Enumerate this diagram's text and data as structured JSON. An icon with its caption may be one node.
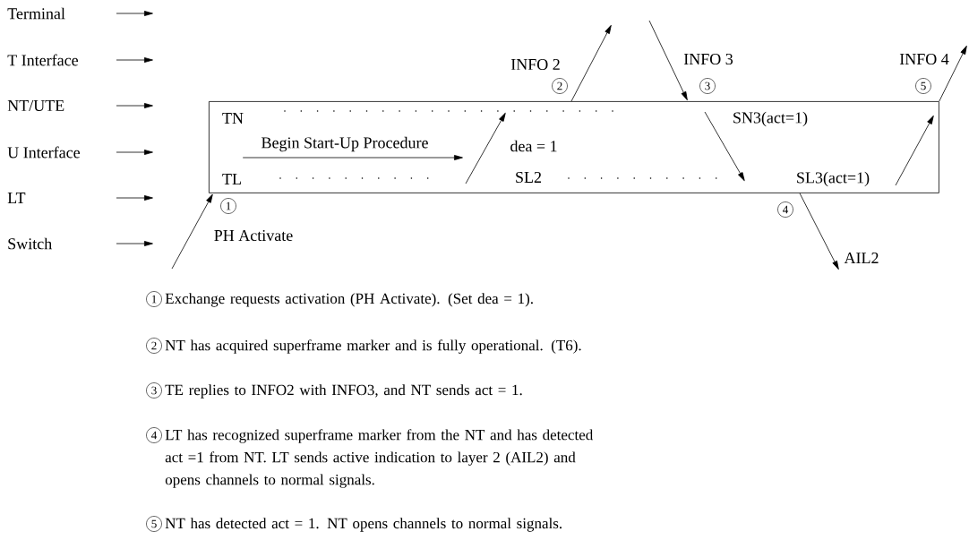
{
  "diagram": {
    "nodes": [
      {
        "text": [],
        "shape": "box"
      },
      {
        "text": [
          "TN"
        ],
        "in": 0
      },
      {
        "text": [
          "TL"
        ],
        "in": 0
      },
      {
        "text": [
          "SL2"
        ],
        "in": 0
      },
      {
        "text": [
          "SN3(act=1)"
        ],
        "in": 0
      },
      {
        "text": [
          "SL3(act=1)"
        ],
        "in": 0
      }
    ],
    "edges": [
      {
        "from": null,
        "to": 0,
        "arrow": "to",
        "label": "PH Activate"
      },
      {
        "from": 2,
        "to": null,
        "arrow": "to",
        "label": "Begin Start-Up Procedure"
      },
      {
        "from": 0,
        "to": null,
        "arrow": "to",
        "label": "INFO 2"
      },
      {
        "from": null,
        "to": 0,
        "arrow": "to",
        "label": "INFO 3"
      },
      {
        "from": 0,
        "to": null,
        "arrow": "to",
        "label": "INFO 4"
      },
      {
        "from": 0,
        "to": null,
        "arrow": "to",
        "label": "AIL2"
      }
    ],
    "labels": [
      "Terminal",
      "T Interface",
      "NT/UTE",
      "U Interface",
      "LT",
      "Switch",
      "2",
      "3",
      "5",
      "dea = 1",
      "1",
      "4",
      "1",
      "Exchange requests activation (PH Activate). (Set dea = 1).",
      "2",
      "NT has acquired superframe marker and is fully operational. (T6).",
      "3",
      "TE replies to INFO2 with INFO3, and NT sends act = 1.",
      "4",
      "LT has recognized superframe marker from the NT and has detected act =1 from NT. LT sends active indication to layer 2 (AIL2) and opens channels to normal signals.",
      "5",
      "NT has detected act = 1. NT opens channels to normal signals."
    ]
  }
}
